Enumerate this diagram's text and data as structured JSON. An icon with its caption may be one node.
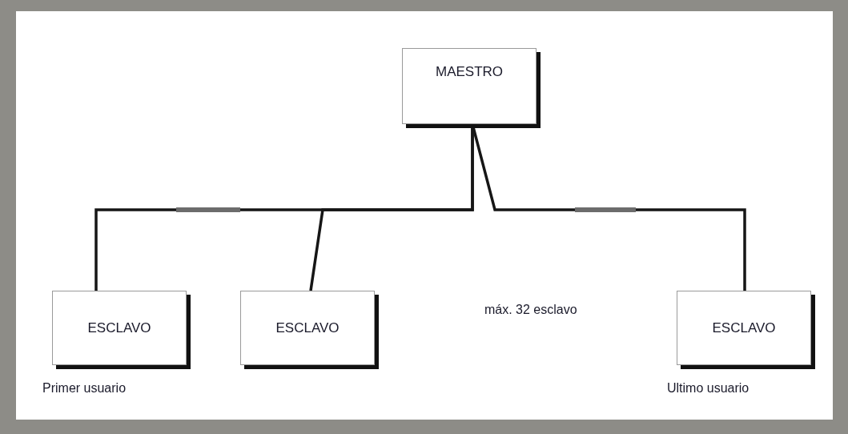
{
  "diagram": {
    "nodes": [
      {
        "text": [
          "MAESTRO"
        ]
      },
      {
        "text": [
          "ESCLAVO"
        ],
        "beside": [
          "Primer usuario"
        ]
      },
      {
        "text": [
          "ESCLAVO"
        ]
      },
      {
        "text": [
          "ESCLAVO"
        ],
        "beside": [
          "Ultimo usuario"
        ]
      }
    ],
    "edges": [
      {
        "from": 0,
        "to": 1,
        "arrow": "none"
      },
      {
        "from": 0,
        "to": 2,
        "arrow": "none"
      },
      {
        "from": 0,
        "to": 3,
        "arrow": "none"
      }
    ],
    "labels": [
      "máx. 32 esclavo"
    ]
  }
}
